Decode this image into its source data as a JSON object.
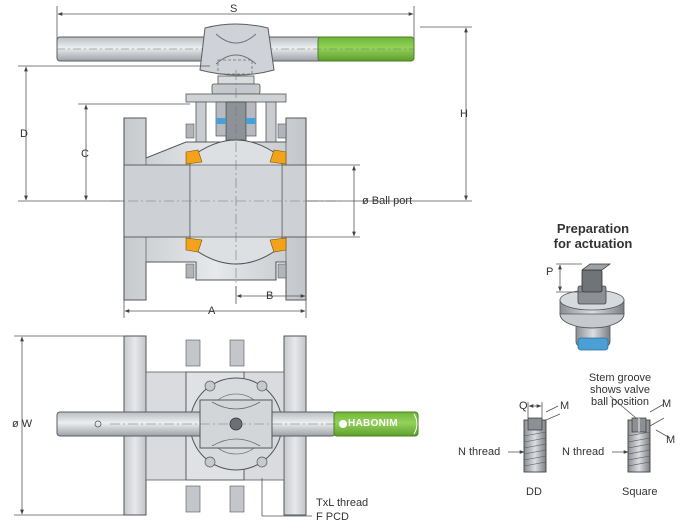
{
  "dimensions": {
    "S": "S",
    "H": "H",
    "D": "D",
    "C": "C",
    "A": "A",
    "B": "B",
    "W": "ø W",
    "ball_port": "ø Ball port"
  },
  "actuation": {
    "title_line1": "Preparation",
    "title_line2": "for actuation",
    "P": "P"
  },
  "stem_detail": {
    "note_line1": "Stem groove",
    "note_line2": "shows valve",
    "note_line3": "ball position",
    "Q": "Q",
    "M_left": "M",
    "M_right_top": "M",
    "M_right_bottom": "M",
    "n_thread_left": "N thread",
    "n_thread_right": "N thread",
    "dd_label": "DD",
    "square_label": "Square"
  },
  "bottom_view": {
    "brand": "HABONIM",
    "txl_thread": "TxL thread",
    "f_pcd": "F PCD"
  },
  "colors": {
    "handle_grip": "#7dc242",
    "body_fill": "#d4d6d9",
    "outline": "#555a60",
    "seat": "#f2a31b",
    "seal": "#4a9fd6"
  }
}
